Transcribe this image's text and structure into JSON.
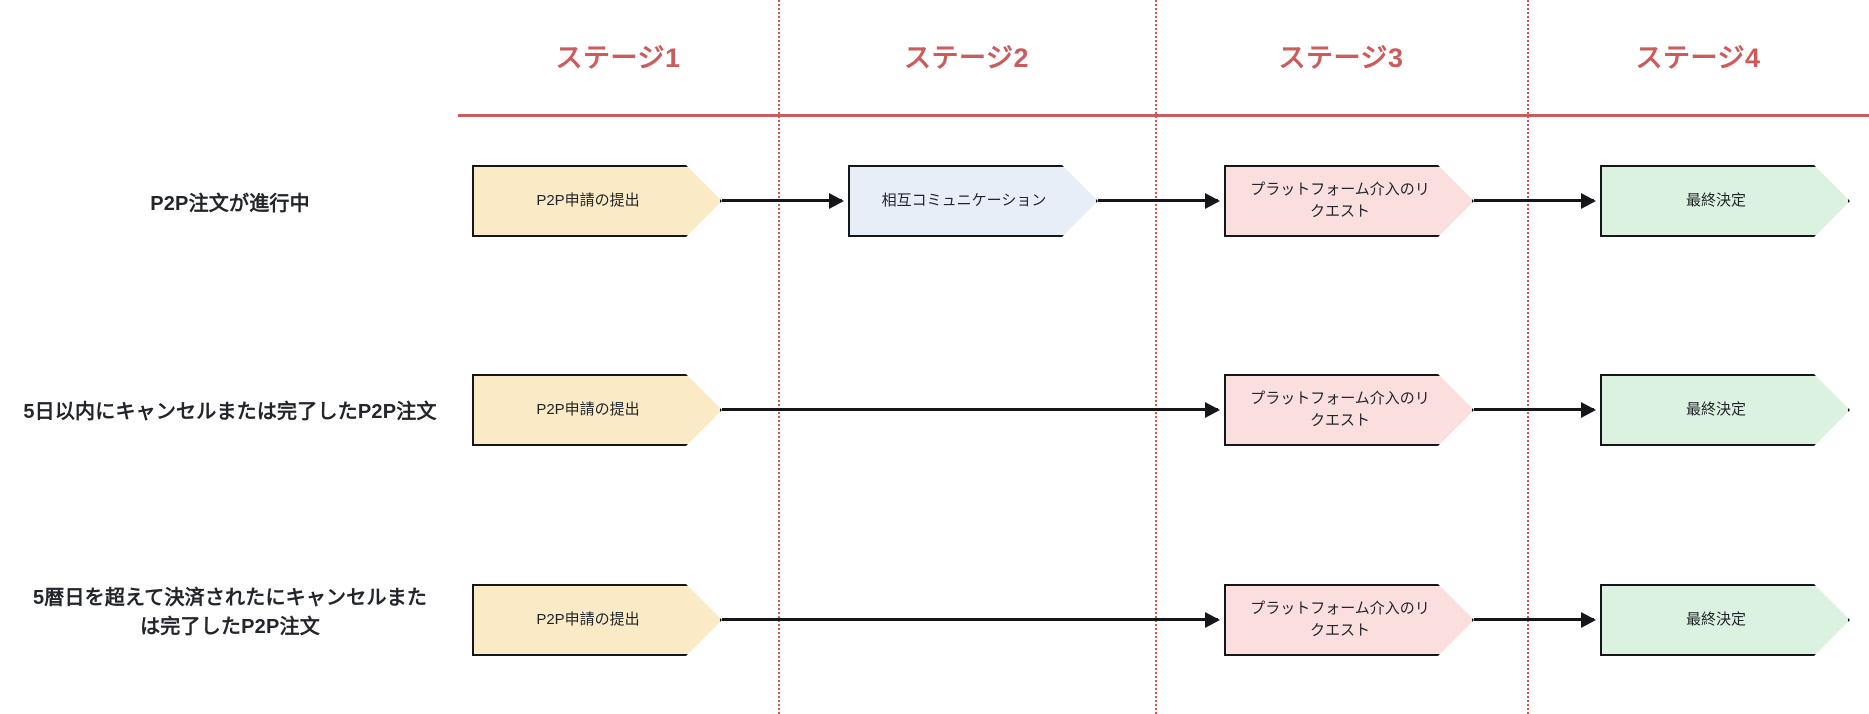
{
  "diagram": {
    "title": "P2P order dispute stage flow",
    "colors": {
      "accent_red": "#cc5c5c",
      "divider_red": "#d9534f",
      "stroke": "#14161a",
      "fill_cream": "#fbeac6",
      "fill_blue": "#e7eef8",
      "fill_pink": "#fbdede",
      "fill_green": "#dbf2e0",
      "text": "#22252a",
      "background": "#ffffff"
    }
  },
  "stages": [
    {
      "label": "ステージ1"
    },
    {
      "label": "ステージ2"
    },
    {
      "label": "ステージ3"
    },
    {
      "label": "ステージ4"
    }
  ],
  "rows": [
    {
      "label": "P2P注文が進行中",
      "nodes": [
        {
          "stage": 1,
          "label": "P2P申請の提出",
          "fill": "fill-cream"
        },
        {
          "stage": 2,
          "label": "相互コミュニケーション",
          "fill": "fill-blue"
        },
        {
          "stage": 3,
          "label_line1": "プラットフォーム介入のリ",
          "label_line2": "クエスト",
          "fill": "fill-pink"
        },
        {
          "stage": 4,
          "label": "最終決定",
          "fill": "fill-green"
        }
      ]
    },
    {
      "label": "5日以内にキャンセルまたは完了したP2P注文",
      "nodes": [
        {
          "stage": 1,
          "label": "P2P申請の提出",
          "fill": "fill-cream"
        },
        {
          "stage": 3,
          "label_line1": "プラットフォーム介入のリ",
          "label_line2": "クエスト",
          "fill": "fill-pink"
        },
        {
          "stage": 4,
          "label": "最終決定",
          "fill": "fill-green"
        }
      ]
    },
    {
      "label_line1": "5暦日を超えて決済されたにキャンセルまた",
      "label_line2": "は完了したP2P注文",
      "nodes": [
        {
          "stage": 1,
          "label": "P2P申請の提出",
          "fill": "fill-cream"
        },
        {
          "stage": 3,
          "label_line1": "プラットフォーム介入のリ",
          "label_line2": "クエスト",
          "fill": "fill-pink"
        },
        {
          "stage": 4,
          "label": "最終決定",
          "fill": "fill-green"
        }
      ]
    }
  ]
}
